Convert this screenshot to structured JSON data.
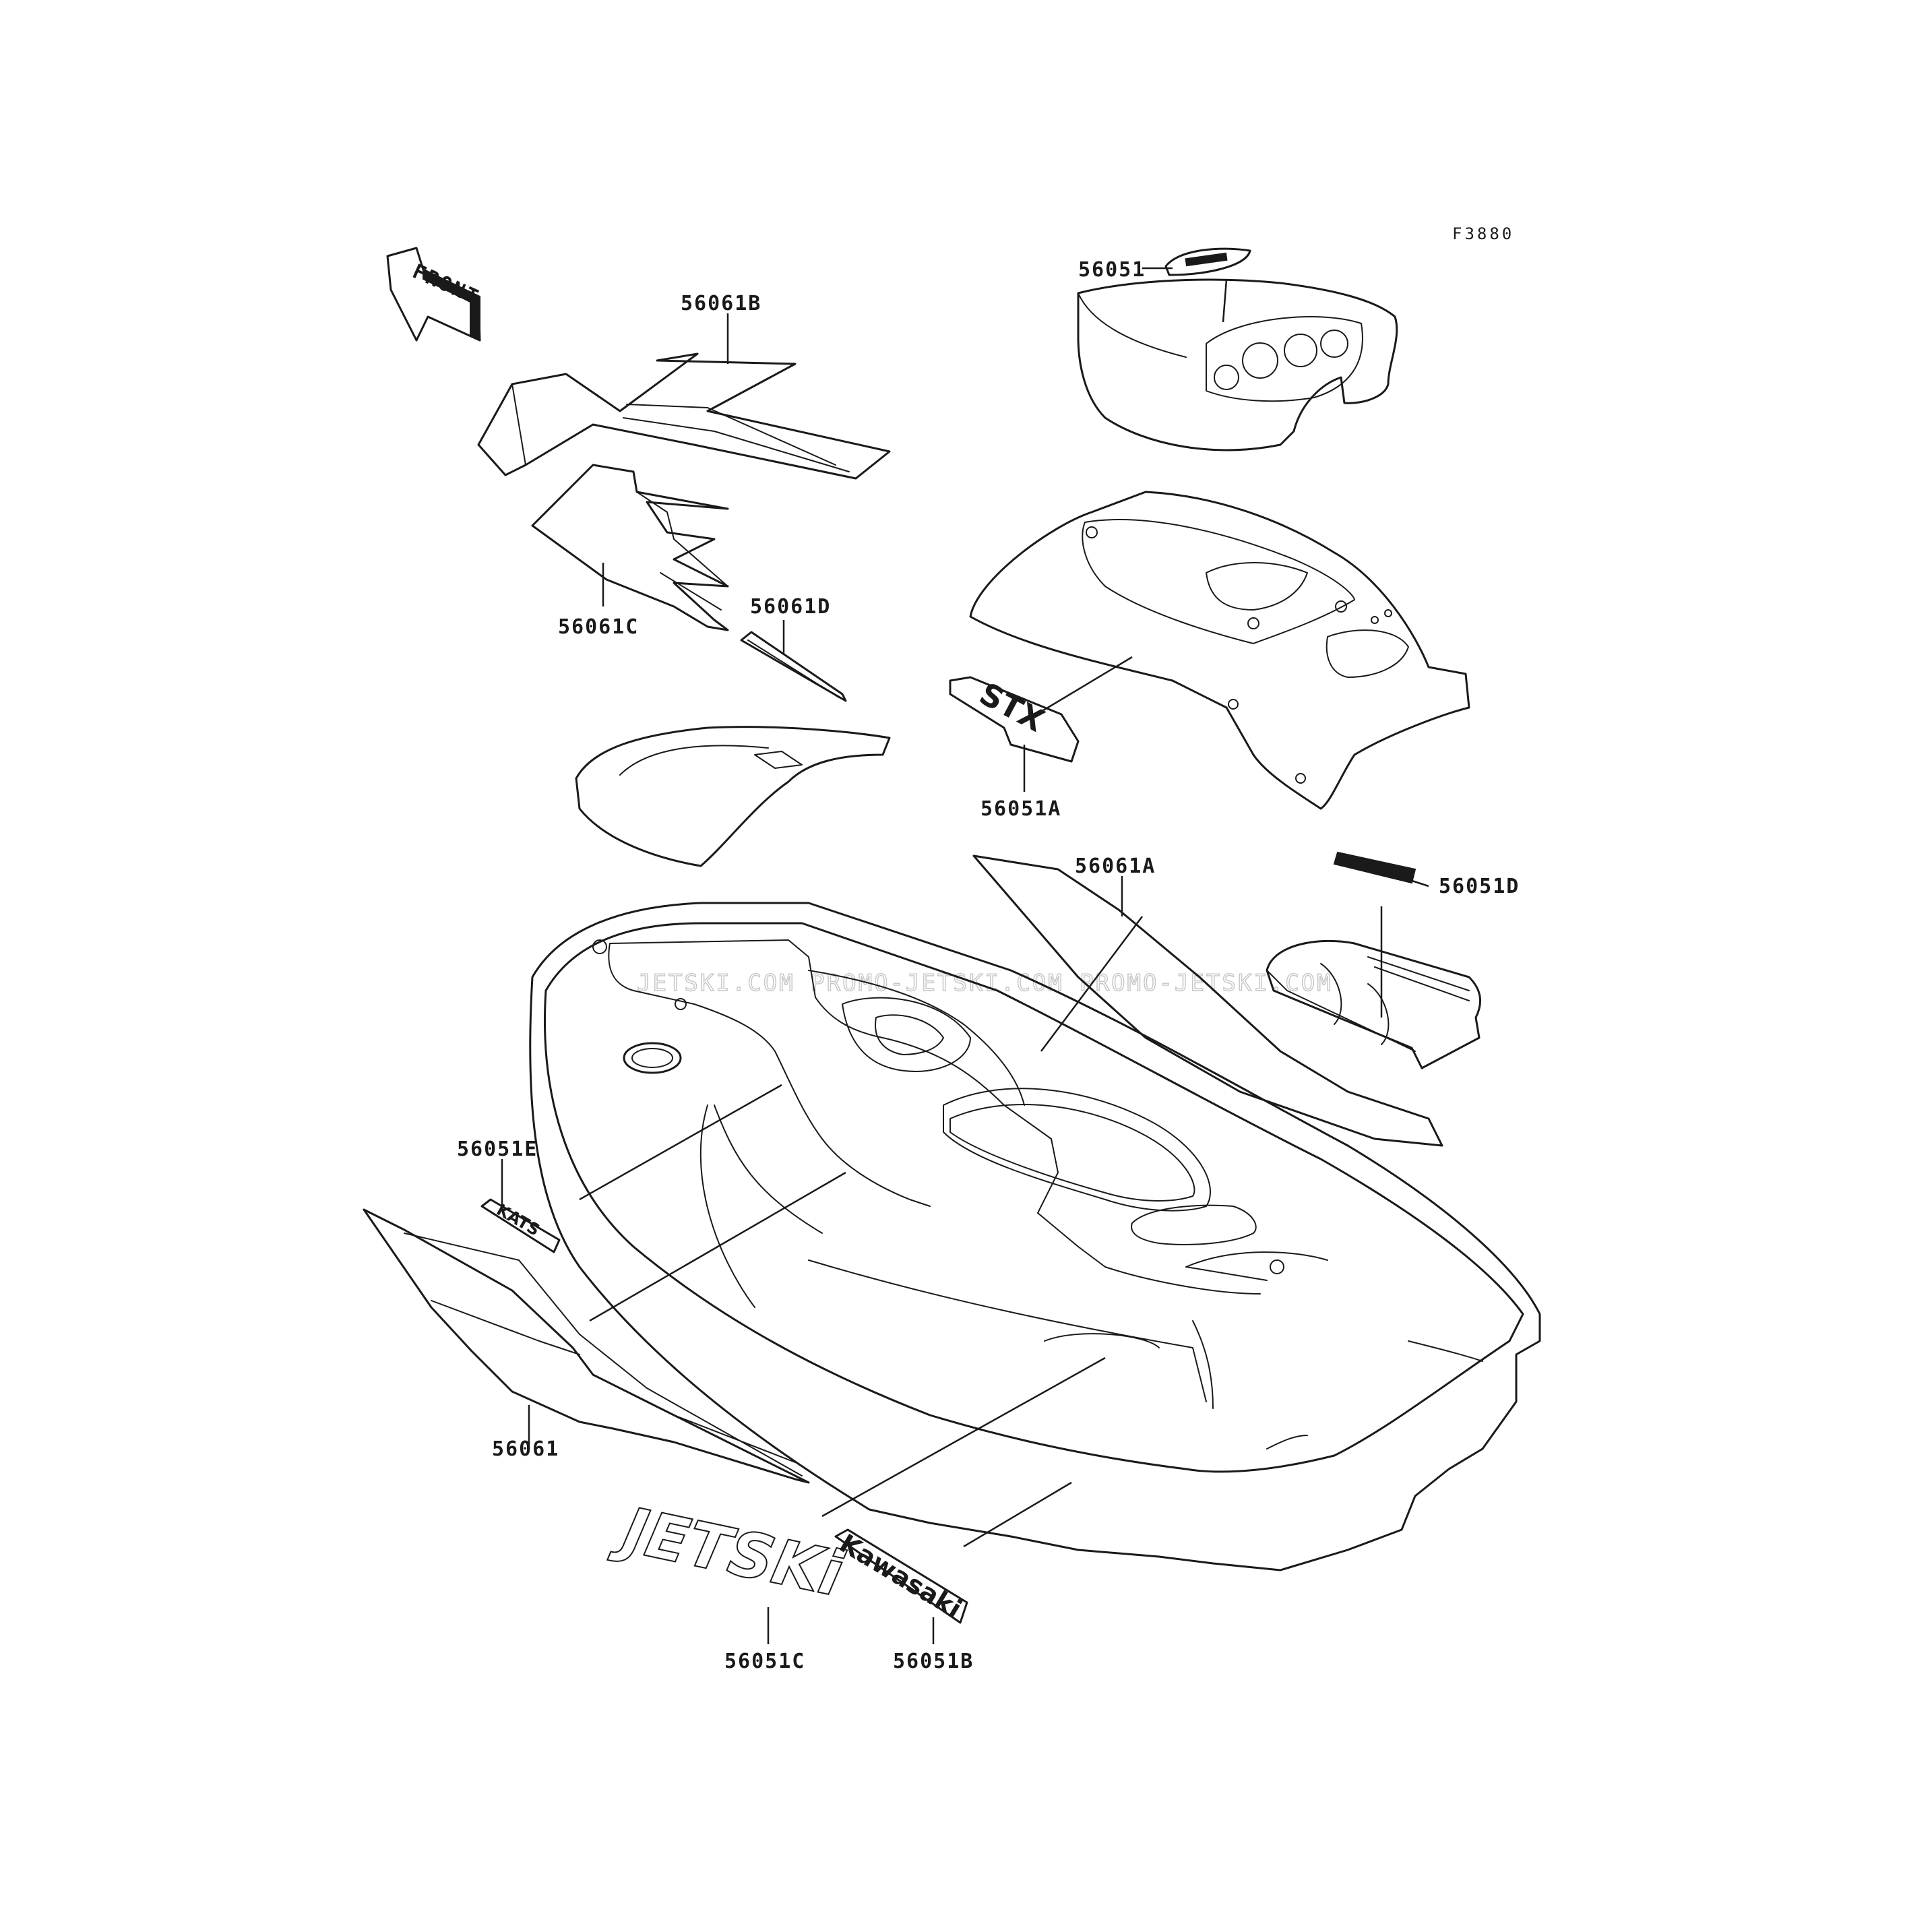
{
  "diagram": {
    "figure_code": "F3880",
    "front_arrow_label": "FRONT",
    "watermark": "JETSKI.COM  PROMO-JETSKI.COM  PROMO-JETSKI.COM",
    "parts": [
      {
        "id": "56061B"
      },
      {
        "id": "56061C"
      },
      {
        "id": "56061D"
      },
      {
        "id": "56051"
      },
      {
        "id": "56051A"
      },
      {
        "id": "56061A"
      },
      {
        "id": "56051D"
      },
      {
        "id": "56051E"
      },
      {
        "id": "56061"
      },
      {
        "id": "56051C"
      },
      {
        "id": "56051B"
      }
    ],
    "decal_texts": {
      "jetski_logo": "JETSKi",
      "kawasaki_logo": "Kawasaki",
      "kats_badge": "KATS",
      "stx_badge": "STX"
    }
  }
}
